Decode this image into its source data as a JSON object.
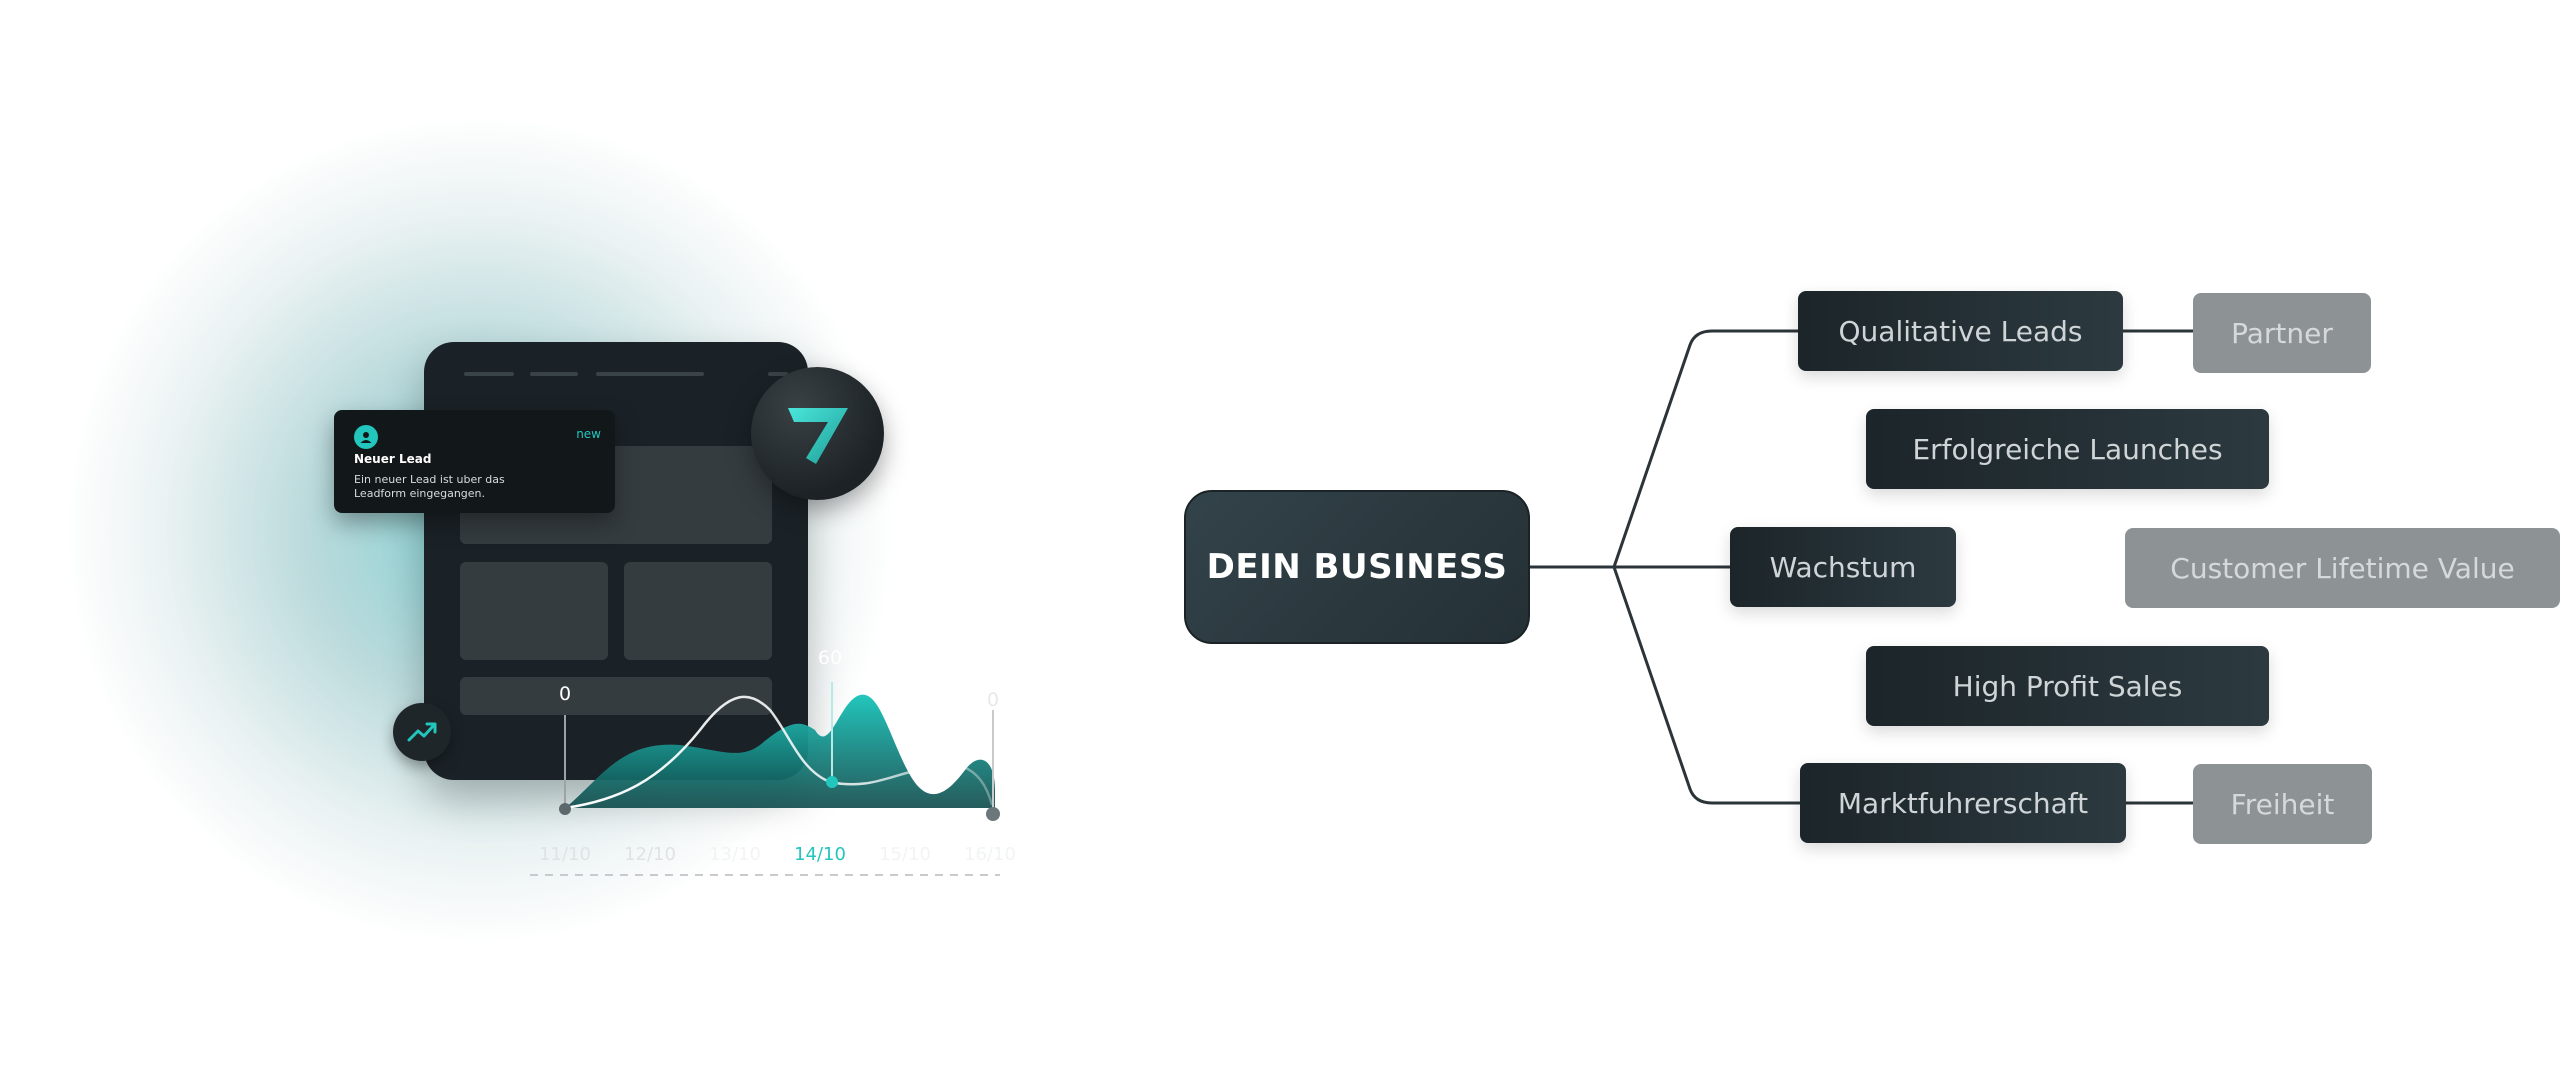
{
  "notification": {
    "title": "Neuer Lead",
    "badge": "new",
    "message": "Ein neuer Lead ist uber das Leadform eingegangen."
  },
  "icons": {
    "avatar": "user-icon",
    "logo": "seven-logo-icon",
    "trend": "trending-up-icon"
  },
  "chart_data": {
    "type": "area",
    "x": [
      "11/10",
      "12/10",
      "13/10",
      "14/10",
      "15/10",
      "16/10"
    ],
    "highlight": "14/10",
    "value_labels": [
      "0",
      "60",
      "0"
    ],
    "colors": {
      "area": "#22c6bd",
      "line": "#ffffff",
      "highlight": "#22c6bd"
    }
  },
  "diagram": {
    "center": "DEIN BUSINESS",
    "branches": [
      {
        "label": "Qualitative Leads",
        "child": "Partner"
      },
      {
        "label": "Erfolgreiche Launches"
      },
      {
        "label": "Wachstum",
        "child": "Customer Lifetime Value"
      },
      {
        "label": "High Profit Sales"
      },
      {
        "label": "Marktfuhrerschaft",
        "child": "Freiheit"
      }
    ]
  }
}
